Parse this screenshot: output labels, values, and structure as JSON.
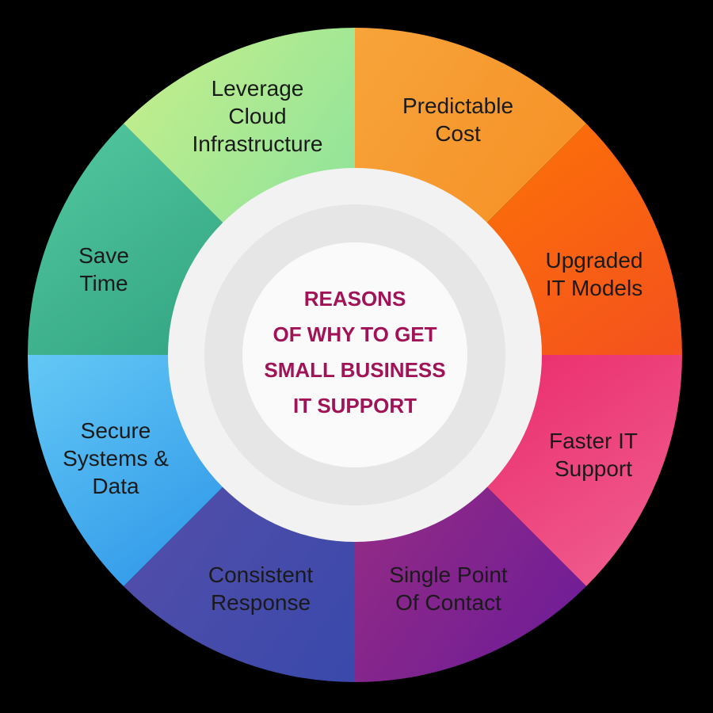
{
  "center": {
    "lines": [
      "REASONS",
      "OF  WHY TO GET",
      "SMALL BUSINESS",
      "IT SUPPORT"
    ],
    "color": "#a11357"
  },
  "segments": [
    {
      "lines": [
        "Predictable",
        "Cost"
      ],
      "colors": [
        "#f7a43a",
        "#f58a1f"
      ]
    },
    {
      "lines": [
        "Upgraded",
        "IT Models"
      ],
      "colors": [
        "#ff7a00",
        "#f4511e"
      ]
    },
    {
      "lines": [
        "Faster IT",
        "Support"
      ],
      "colors": [
        "#e91e63",
        "#f06292"
      ]
    },
    {
      "lines": [
        "Single Point",
        "Of Contact"
      ],
      "colors": [
        "#a0307e",
        "#6a1b9a"
      ]
    },
    {
      "lines": [
        "Consistent",
        "Response"
      ],
      "colors": [
        "#5c4fa8",
        "#3949ab"
      ]
    },
    {
      "lines": [
        "Secure",
        "Systems &",
        "Data"
      ],
      "colors": [
        "#64c8f5",
        "#1e88e5"
      ]
    },
    {
      "lines": [
        "Save",
        "Time"
      ],
      "colors": [
        "#53c9a0",
        "#2a9a7a"
      ]
    },
    {
      "lines": [
        "Leverage",
        "Cloud",
        "Infrastructure"
      ],
      "colors": [
        "#c8ef8a",
        "#7fe0a0"
      ]
    }
  ]
}
